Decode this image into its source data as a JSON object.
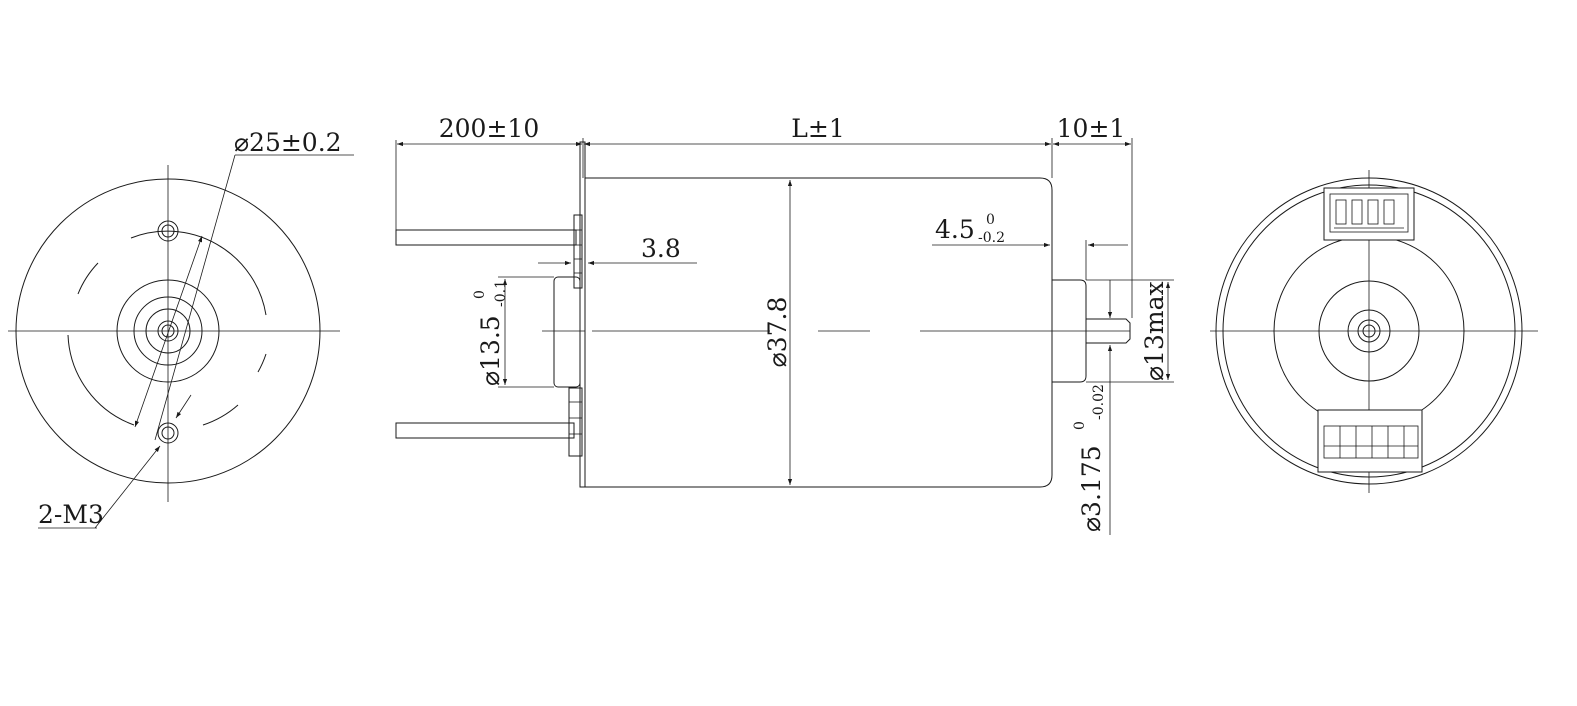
{
  "colors": {
    "line": "#1a1a1a",
    "background": "#ffffff"
  },
  "front_view": {
    "bolt_circle": "⌀25±0.2",
    "thread": "2-M3"
  },
  "side_view": {
    "lead_length": "200±10",
    "body_length": "L±1",
    "shaft_length": "10±1",
    "flange_offset": "3.8",
    "body_diameter": "⌀37.8",
    "boss_diameter": {
      "base": "⌀13.5",
      "upper": "0",
      "lower": "-0.1"
    },
    "step_length": {
      "base": "4.5",
      "upper": "0",
      "lower": "-0.2"
    },
    "bearing_diameter": "⌀13max",
    "shaft_diameter": {
      "base": "⌀3.175",
      "upper": "0",
      "lower": "-0.02"
    }
  }
}
